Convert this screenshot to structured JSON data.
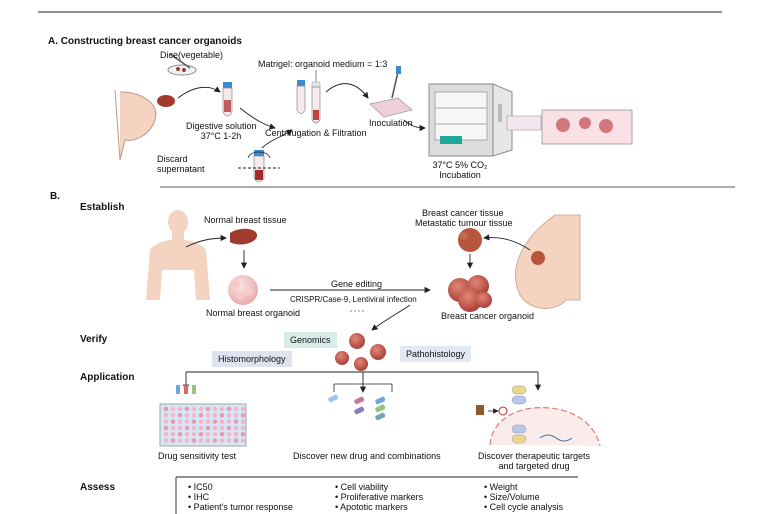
{
  "sectionA": {
    "title": "A.  Constructing breast cancer organoids",
    "dice": "Dice(vegetable)",
    "matrigel": "Matrigel: organoid medium = 1:3",
    "digestive": "Digestive solution",
    "digestive_cond": "37°C 1-2h",
    "centrifugation": "Centrifugation & Filtration",
    "inoculation": "Inoculation",
    "discard1": "Discard",
    "discard2": "supernatant",
    "incubation_cond": "37°C 5% CO₂",
    "incubation": "Incubation"
  },
  "sectionB": {
    "label": "B.",
    "establish": "Establish",
    "normal_tissue": "Normal breast tissue",
    "normal_organoid": "Normal breast organoid",
    "gene_editing": "Gene editing",
    "crispr": "CRISPR/Case-9, Lentiviral infection",
    "cancer_tissue1": "Breast cancer tissue",
    "cancer_tissue2": "Metastatic tumour tissue",
    "cancer_organoid": "Breast cancer organoid",
    "verify": "Verify",
    "genomics": "Genomics",
    "histomorphology": "Histomorphology",
    "pathohistology": "Pathohistology",
    "application": "Application",
    "drug_sensitivity": "Drug sensitivity test",
    "new_drug": "Discover new drug and combinations",
    "targets1": "Discover therapeutic targets",
    "targets2": "and targeted drug",
    "assess": "Assess",
    "assess_col1": [
      "IC50",
      "IHC",
      "Patient's tumor response"
    ],
    "assess_col2": [
      "Cell viability",
      "Proliferative markers",
      "Apototic markers"
    ],
    "assess_col3": [
      "Weight",
      "Size/Volume",
      "Cell cycle analysis"
    ]
  },
  "colors": {
    "tissue": "#a23a2e",
    "organoid": "#c0554a",
    "pink": "#f2c7c7",
    "skin": "#f4d3c0",
    "genomics_bg": "#d8ecea",
    "histo_bg": "#dfe3f0",
    "patho_bg": "#e3e7f3",
    "teal": "#1fa89a",
    "incubator": "#d9d9d9"
  }
}
